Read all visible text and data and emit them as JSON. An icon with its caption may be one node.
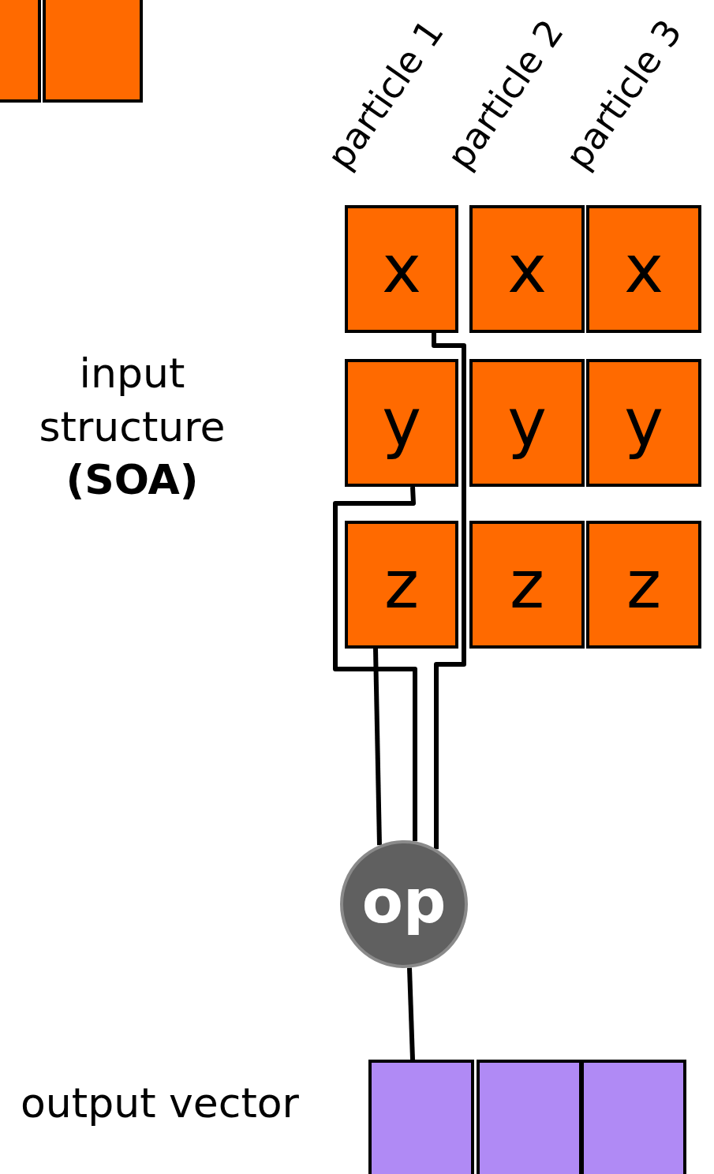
{
  "diagram": {
    "nodes": [
      {
        "text": [],
        "shape": "box"
      },
      {
        "text": [],
        "shape": "box"
      },
      {
        "text": [
          "x"
        ]
      },
      {
        "text": [
          "x"
        ]
      },
      {
        "text": [
          "x"
        ]
      },
      {
        "text": [
          "y"
        ]
      },
      {
        "text": [
          "y"
        ]
      },
      {
        "text": [
          "y"
        ]
      },
      {
        "text": [
          "z"
        ]
      },
      {
        "text": [
          "z"
        ]
      },
      {
        "text": [
          "z"
        ]
      },
      {
        "text": [
          "op"
        ]
      },
      {
        "text": [],
        "shape": "box"
      },
      {
        "text": [],
        "shape": "box"
      },
      {
        "text": [],
        "shape": "box"
      }
    ],
    "edges": [
      {
        "from": 2,
        "to": 11,
        "arrow": "none"
      },
      {
        "from": 5,
        "to": 11,
        "arrow": "none"
      },
      {
        "from": 8,
        "to": 11,
        "arrow": "none"
      },
      {
        "from": 11,
        "to": 12,
        "arrow": "none"
      }
    ],
    "labels": [
      "particle 1",
      "particle 2",
      "particle 3",
      "input structure **(SOA)**",
      "output vector"
    ]
  }
}
